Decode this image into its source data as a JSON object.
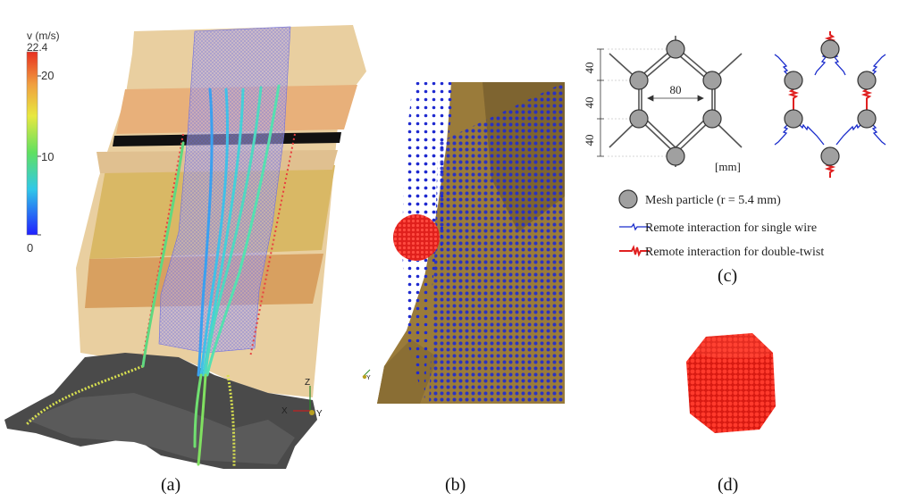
{
  "colorbar": {
    "title": "v (m/s)",
    "max_label": "22.4",
    "ticks": [
      "20",
      "10",
      "0"
    ],
    "gradient": [
      "#2020ff",
      "#30c8e8",
      "#60e060",
      "#e8e840",
      "#f0a040",
      "#e83020"
    ]
  },
  "axes_a": {
    "z": "Z",
    "x": "X",
    "y": "Y"
  },
  "axes_b": {
    "y": "Y"
  },
  "diagram_c": {
    "dims": [
      "40",
      "40",
      "40",
      "80"
    ],
    "unit": "[mm]",
    "legend": [
      {
        "kind": "particle",
        "text": "Mesh particle (r = 5.4 mm)"
      },
      {
        "kind": "single",
        "text": "Remote interaction for single wire"
      },
      {
        "kind": "double",
        "text": "Remote interaction for double-twist"
      }
    ]
  },
  "captions": {
    "a": "(a)",
    "b": "(b)",
    "c": "(c)",
    "d": "(d)"
  },
  "colors": {
    "particle": "#a0a0a0",
    "single_wire": "#1a2ccc",
    "double_twist": "#e02020",
    "block": "#e8301c",
    "mesh_points": "#1f2ad0",
    "terrain": "#9a7b3a"
  }
}
